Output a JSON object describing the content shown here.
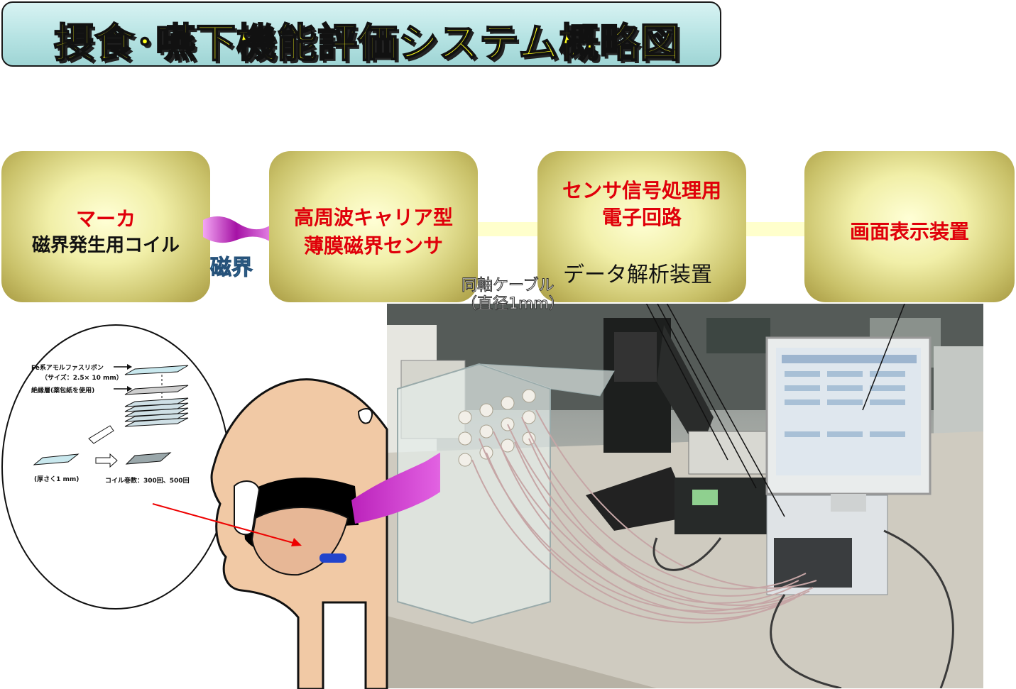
{
  "title": "摂食･嚥下機能評価システム概略図",
  "blocks": [
    {
      "red": "マーカ",
      "black": "磁界発生用コイル"
    },
    {
      "red": "高周波キャリア型",
      "red2": "薄膜磁界センサ"
    },
    {
      "red": "センサ信号処理用",
      "red2": "電子回路"
    },
    {
      "red": "画面表示装置"
    }
  ],
  "field_label": "磁界",
  "analysis_label": "データ解析装置",
  "cable": {
    "line1": "同軸ケーブル",
    "line2": "（直径1mm）"
  },
  "inset": {
    "ribbon": "Fe系アモルファスリボン",
    "ribbon_size": "（サイズ：2.5× 10 mm）",
    "insulator": "絶縁層(薬包紙を使用)",
    "thickness": "(厚さく1 mm)",
    "coil_turns": "コイル巻数：300回、500回"
  },
  "colors": {
    "title_text": "#ffff1a",
    "title_bg": "#b6e3e3",
    "block_red": "#e0000a",
    "field_magenta": "#cc33cc",
    "marker_blue": "#2244cc"
  }
}
